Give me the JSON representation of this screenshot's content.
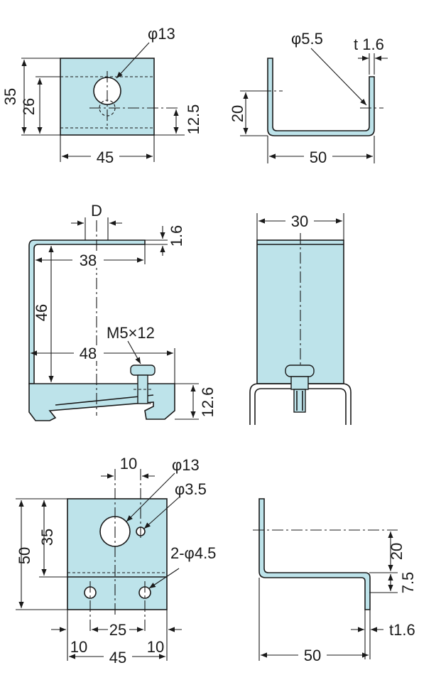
{
  "colors": {
    "part_fill": "#bde3ea",
    "line": "#1a1a1a",
    "background": "#ffffff"
  },
  "bracket_a": {
    "front": {
      "hole_dia": "φ13",
      "height_outer": "35",
      "height_inner": "26",
      "hole_center": "12.5",
      "width": "45"
    },
    "side": {
      "hole_dia": "φ5.5",
      "thickness": "t 1.6",
      "height": "20",
      "width": "50"
    }
  },
  "bracket_b": {
    "side": {
      "slot": "D",
      "thickness": "1.6",
      "inner_width": "38",
      "height": "46",
      "outer_width": "48",
      "screw": "M5×12",
      "rail_height": "12.6"
    },
    "front": {
      "width": "30"
    }
  },
  "bracket_c": {
    "front": {
      "hole_offset": "10",
      "hole_dia_large": "φ13",
      "hole_dia_small": "φ3.5",
      "height_outer": "50",
      "height_inner": "35",
      "mount_holes": "2-φ4.5",
      "hole_pitch": "25",
      "edge_left": "10",
      "edge_right": "10",
      "width": "45"
    },
    "side": {
      "height": "20",
      "step": "7.5",
      "thickness": "t1.6",
      "width": "50"
    }
  }
}
